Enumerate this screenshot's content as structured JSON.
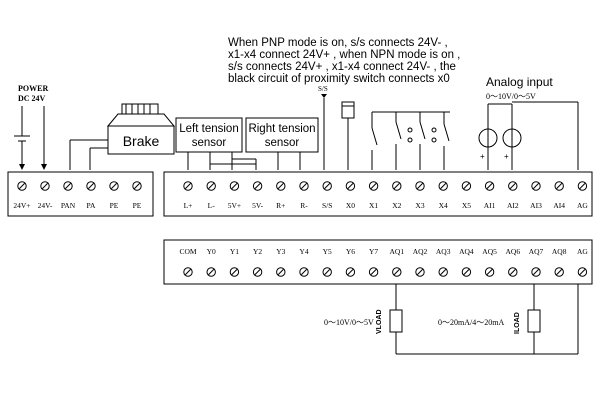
{
  "note": {
    "lines": [
      "When PNP mode is on, s/s connects 24V- ,",
      "x1-x4 connect 24V+ , when NPN mode is on ,",
      "s/s connects 24V+ , x1-x4 connect 24V- , the",
      "black circuit of proximity switch connects x0"
    ]
  },
  "analog_input": {
    "title": "Analog input",
    "range": "0～10V/0～5V"
  },
  "power": {
    "line1": "POWER",
    "line2": "DC 24V"
  },
  "brake": {
    "label": "Brake"
  },
  "left_sensor": {
    "line1": "Left tension",
    "line2": "sensor"
  },
  "right_sensor": {
    "line1": "Right tension",
    "line2": "sensor"
  },
  "ss_label": "S/S",
  "terminal_strip_power": [
    "24V+",
    "24V-",
    "PAN",
    "PA",
    "PE",
    "PE"
  ],
  "terminal_strip_io": [
    "L+",
    "L-",
    "5V+",
    "5V-",
    "R+",
    "R-",
    "S/S",
    "X0",
    "X1",
    "X2",
    "X3",
    "X4",
    "X5",
    "AI1",
    "AI2",
    "AI3",
    "AI4",
    "AG"
  ],
  "terminal_strip_out": [
    "COM",
    "Y0",
    "Y1",
    "Y2",
    "Y3",
    "Y4",
    "Y5",
    "Y6",
    "Y7",
    "AQ1",
    "AQ2",
    "AQ3",
    "AQ4",
    "AQ5",
    "AQ6",
    "AQ7",
    "AQ8",
    "AG"
  ],
  "vload": {
    "label": "VLOAD",
    "range": "0～10V/0～5V"
  },
  "iload": {
    "label": "ILOAD",
    "range": "0～20mA/4～20mA"
  },
  "polarity": {
    "plus": "+"
  }
}
